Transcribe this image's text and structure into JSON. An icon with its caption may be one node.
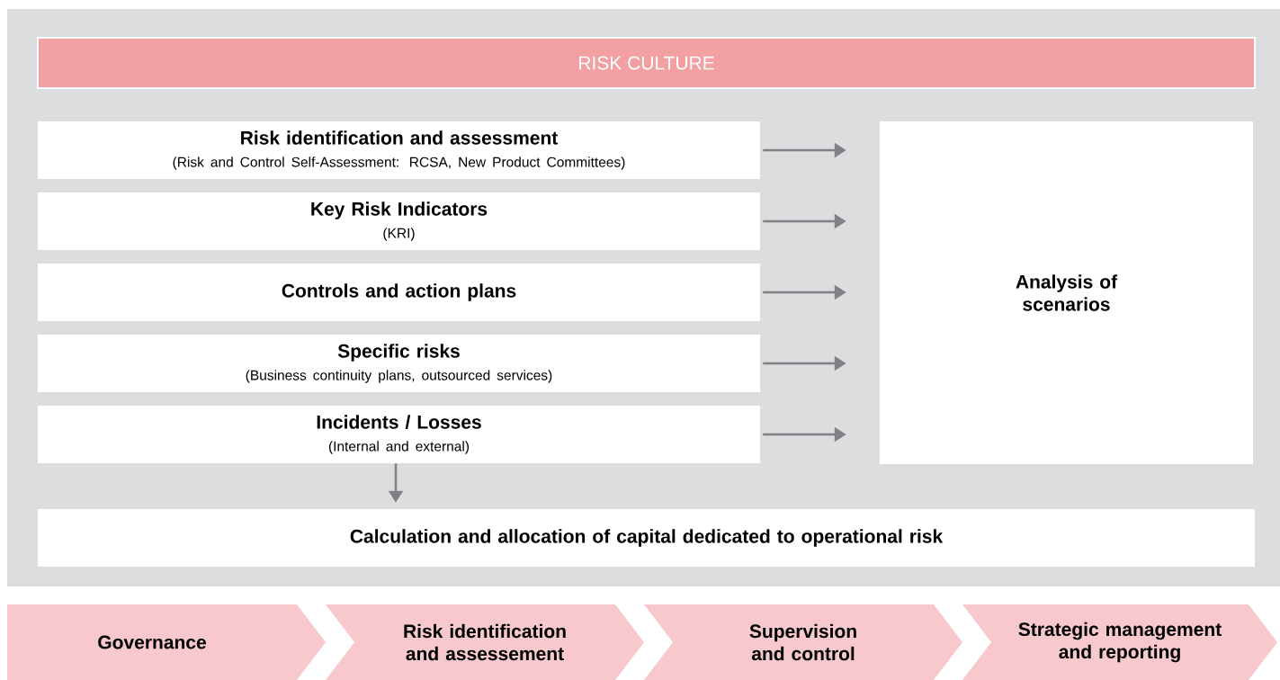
{
  "diagram": {
    "nodes": [
      {
        "text": [
          "RISK CULTURE"
        ]
      },
      {
        "text": [
          "Risk identification and assessment",
          "(Risk and Control Self-Assessment: RCSA, New Product Committees)"
        ]
      },
      {
        "text": [
          "Key Risk Indicators",
          "(KRI)"
        ]
      },
      {
        "text": [
          "Controls and action plans"
        ]
      },
      {
        "text": [
          "Specific risks",
          "(Business continuity plans, outsourced services)"
        ]
      },
      {
        "text": [
          "Incidents / Losses",
          "(Internal and external)"
        ]
      },
      {
        "text": [
          "Analysis of scenarios"
        ]
      },
      {
        "text": [
          "Calculation and allocation of capital dedicated to operational risk"
        ]
      },
      {
        "text": [
          "Governance"
        ]
      },
      {
        "text": [
          "Risk identification and assessement"
        ]
      },
      {
        "text": [
          "Supervision and control"
        ]
      },
      {
        "text": [
          "Strategic management and reporting"
        ]
      }
    ],
    "edges": [
      {
        "from": 1,
        "to": 6,
        "arrow": "to"
      },
      {
        "from": 2,
        "to": 6,
        "arrow": "to"
      },
      {
        "from": 3,
        "to": 6,
        "arrow": "to"
      },
      {
        "from": 4,
        "to": 6,
        "arrow": "to"
      },
      {
        "from": 5,
        "to": 6,
        "arrow": "to"
      },
      {
        "from": 5,
        "to": 7,
        "arrow": "to"
      }
    ]
  }
}
